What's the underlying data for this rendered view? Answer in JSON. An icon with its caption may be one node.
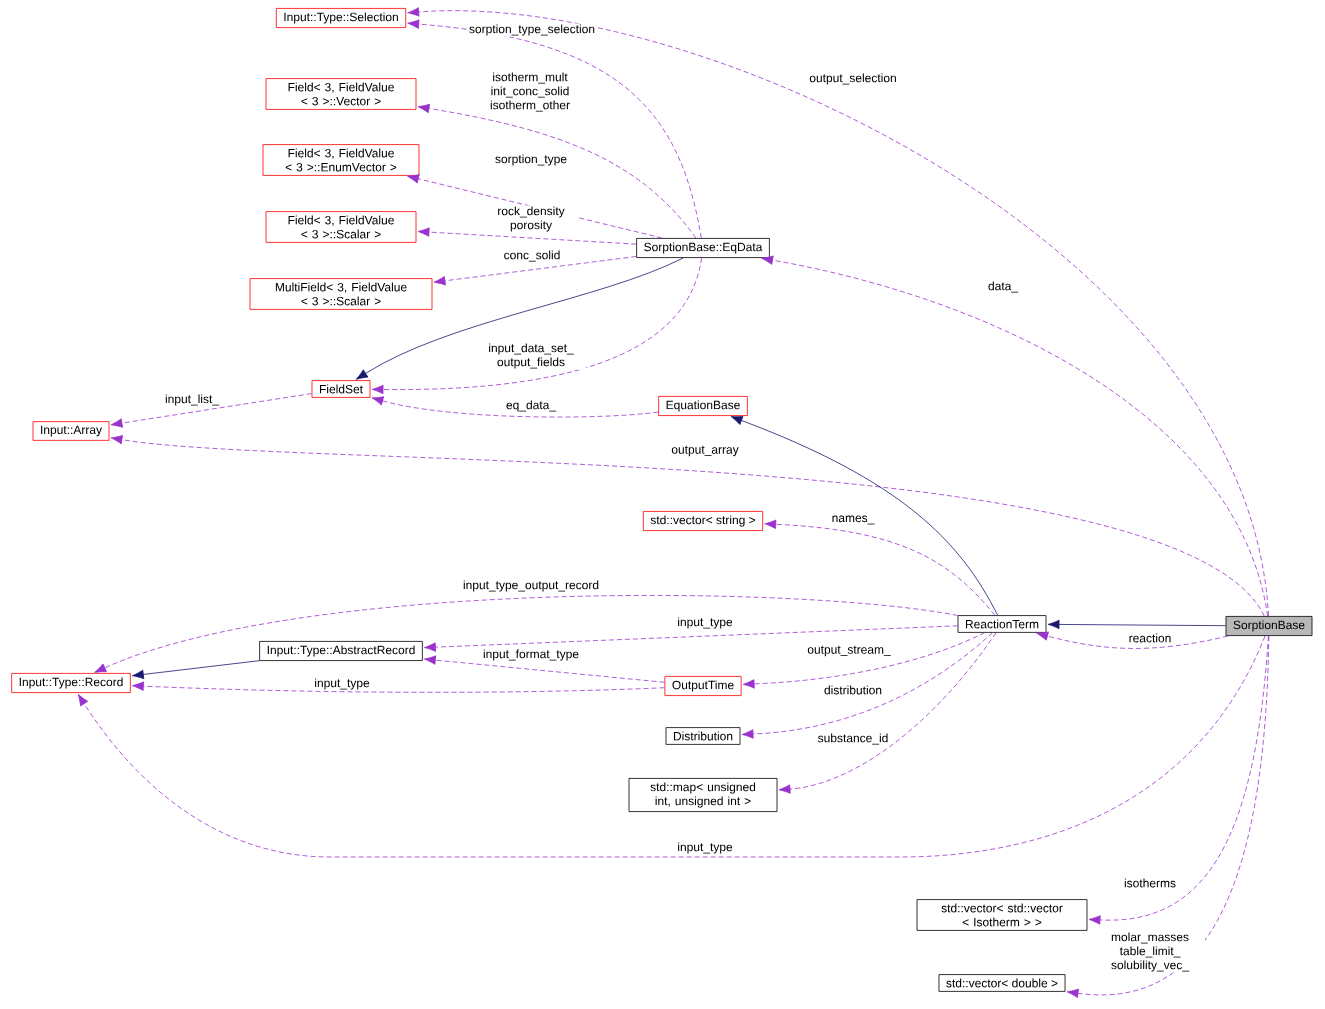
{
  "diagram": {
    "nodes": [
      {
        "text": [
          "Input::Type::Selection"
        ]
      },
      {
        "text": [
          "Field< 3, FieldValue < 3 >::Vector >"
        ]
      },
      {
        "text": [
          "Field< 3, FieldValue < 3 >::EnumVector >"
        ]
      },
      {
        "text": [
          "Field< 3, FieldValue < 3 >::Scalar >"
        ]
      },
      {
        "text": [
          "MultiField< 3, FieldValue < 3 >::Scalar >"
        ]
      },
      {
        "text": [
          "SorptionBase::EqData"
        ]
      },
      {
        "text": [
          "FieldSet"
        ]
      },
      {
        "text": [
          "EquationBase"
        ]
      },
      {
        "text": [
          "Input::Array"
        ]
      },
      {
        "text": [
          "std::vector< string >"
        ]
      },
      {
        "text": [
          "ReactionTerm"
        ]
      },
      {
        "text": [
          "SorptionBase"
        ]
      },
      {
        "text": [
          "Input::Type::AbstractRecord"
        ]
      },
      {
        "text": [
          "Input::Type::Record"
        ]
      },
      {
        "text": [
          "OutputTime"
        ]
      },
      {
        "text": [
          "Distribution"
        ]
      },
      {
        "text": [
          "std::map< unsigned int, unsigned int >"
        ]
      },
      {
        "text": [
          "std::vector< std::vector < Isotherm > >"
        ]
      },
      {
        "text": [
          "std::vector< double >"
        ]
      }
    ],
    "edges": [
      {
        "from": 11,
        "to": 0,
        "arrow": "to",
        "label": "output_selection",
        "style": "dashed"
      },
      {
        "from": 5,
        "to": 0,
        "arrow": "to",
        "label": "sorption_type_selection",
        "style": "dashed"
      },
      {
        "from": 5,
        "to": 1,
        "arrow": "to",
        "label": "isotherm_mult init_conc_solid isotherm_other",
        "style": "dashed"
      },
      {
        "from": 5,
        "to": 2,
        "arrow": "to",
        "label": "sorption_type",
        "style": "dashed"
      },
      {
        "from": 5,
        "to": 3,
        "arrow": "to",
        "label": "rock_density porosity",
        "style": "dashed"
      },
      {
        "from": 5,
        "to": 4,
        "arrow": "to",
        "label": "conc_solid",
        "style": "dashed"
      },
      {
        "from": 5,
        "to": 6,
        "arrow": "to",
        "color": "#191970"
      },
      {
        "from": 5,
        "to": 6,
        "arrow": "to",
        "label": "input_data_set_ output_fields",
        "style": "dashed"
      },
      {
        "from": 6,
        "to": 8,
        "arrow": "to",
        "label": "input_list_",
        "style": "dashed"
      },
      {
        "from": 7,
        "to": 6,
        "arrow": "to",
        "label": "eq_data_",
        "style": "dashed"
      },
      {
        "from": 11,
        "to": 5,
        "arrow": "to",
        "label": "data_",
        "style": "dashed"
      },
      {
        "from": 11,
        "to": 8,
        "arrow": "to",
        "label": "output_array",
        "style": "dashed"
      },
      {
        "from": 10,
        "to": 7,
        "arrow": "to",
        "color": "#191970"
      },
      {
        "from": 10,
        "to": 9,
        "arrow": "to",
        "label": "names_",
        "style": "dashed"
      },
      {
        "from": 11,
        "to": 10,
        "arrow": "to",
        "color": "#191970"
      },
      {
        "from": 11,
        "to": 10,
        "arrow": "to",
        "label": "reaction",
        "style": "dashed"
      },
      {
        "from": 10,
        "to": 13,
        "arrow": "to",
        "label": "input_type_output_record",
        "style": "dashed"
      },
      {
        "from": 10,
        "to": 12,
        "arrow": "to",
        "label": "input_type",
        "style": "dashed"
      },
      {
        "from": 12,
        "to": 13,
        "arrow": "to",
        "color": "#191970"
      },
      {
        "from": 14,
        "to": 12,
        "arrow": "to",
        "label": "input_format_type",
        "style": "dashed"
      },
      {
        "from": 14,
        "to": 13,
        "arrow": "to",
        "label": "input_type",
        "style": "dashed"
      },
      {
        "from": 10,
        "to": 14,
        "arrow": "to",
        "label": "output_stream_",
        "style": "dashed"
      },
      {
        "from": 10,
        "to": 15,
        "arrow": "to",
        "label": "distribution",
        "style": "dashed"
      },
      {
        "from": 10,
        "to": 16,
        "arrow": "to",
        "label": "substance_id",
        "style": "dashed"
      },
      {
        "from": 11,
        "to": 13,
        "arrow": "to",
        "label": "input_type",
        "style": "dashed"
      },
      {
        "from": 11,
        "to": 17,
        "arrow": "to",
        "label": "isotherms",
        "style": "dashed"
      },
      {
        "from": 11,
        "to": 18,
        "arrow": "to",
        "label": "molar_masses table_limit_ solubility_vec_",
        "style": "dashed"
      }
    ]
  }
}
